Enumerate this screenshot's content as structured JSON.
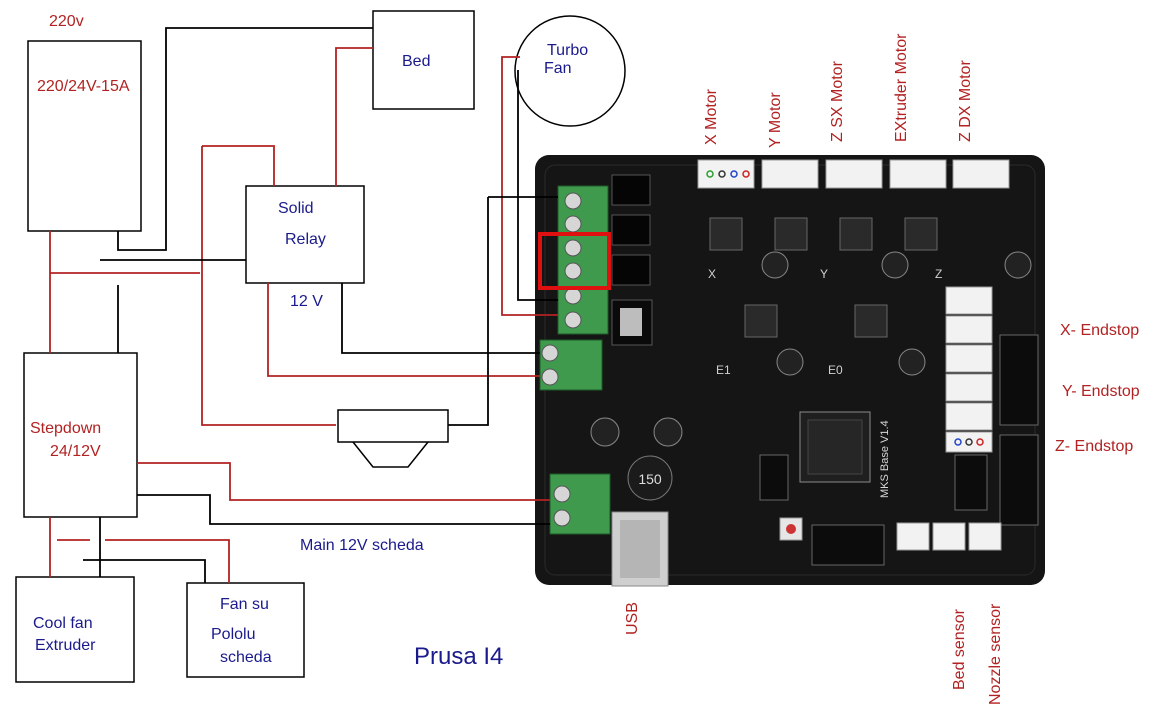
{
  "title": "Prusa I4",
  "components": {
    "psu_input": "220v",
    "psu": "220/24V-15A",
    "bed": "Bed",
    "turbo_fan_line1": "Turbo",
    "turbo_fan_line2": "Fan",
    "relay_line1": "Solid",
    "relay_line2": "Relay",
    "relay_voltage": "12 V",
    "stepdown_line1": "Stepdown",
    "stepdown_line2": "24/12V",
    "main_power": "Main 12V scheda",
    "cool_fan_line1": "Cool fan",
    "cool_fan_line2": "Extruder",
    "fan_su_line1": "Fan su",
    "fan_su_line2": "Pololu",
    "fan_su_line3": "scheda"
  },
  "board": {
    "name": "MKS Base V1.4",
    "motor_labels": [
      "X Motor",
      "Y Motor",
      "Z SX Motor",
      "EXtruder Motor",
      "Z DX Motor"
    ],
    "endstop_labels": [
      "X- Endstop",
      "Y- Endstop",
      "Z- Endstop"
    ],
    "bottom_labels": [
      "USB",
      "Bed sensor",
      "Nozzle sensor"
    ],
    "driver_axis_labels": [
      "X",
      "Y",
      "Z",
      "E1",
      "E0"
    ],
    "inductor_value": "150"
  },
  "colors": {
    "wire_red": "#b22222",
    "wire_black": "#000000",
    "label_red": "#b22222",
    "label_blue": "#1a1a8c",
    "highlight": "#e01010",
    "pcb": "#151515",
    "terminal_green": "#3f9a4e"
  }
}
